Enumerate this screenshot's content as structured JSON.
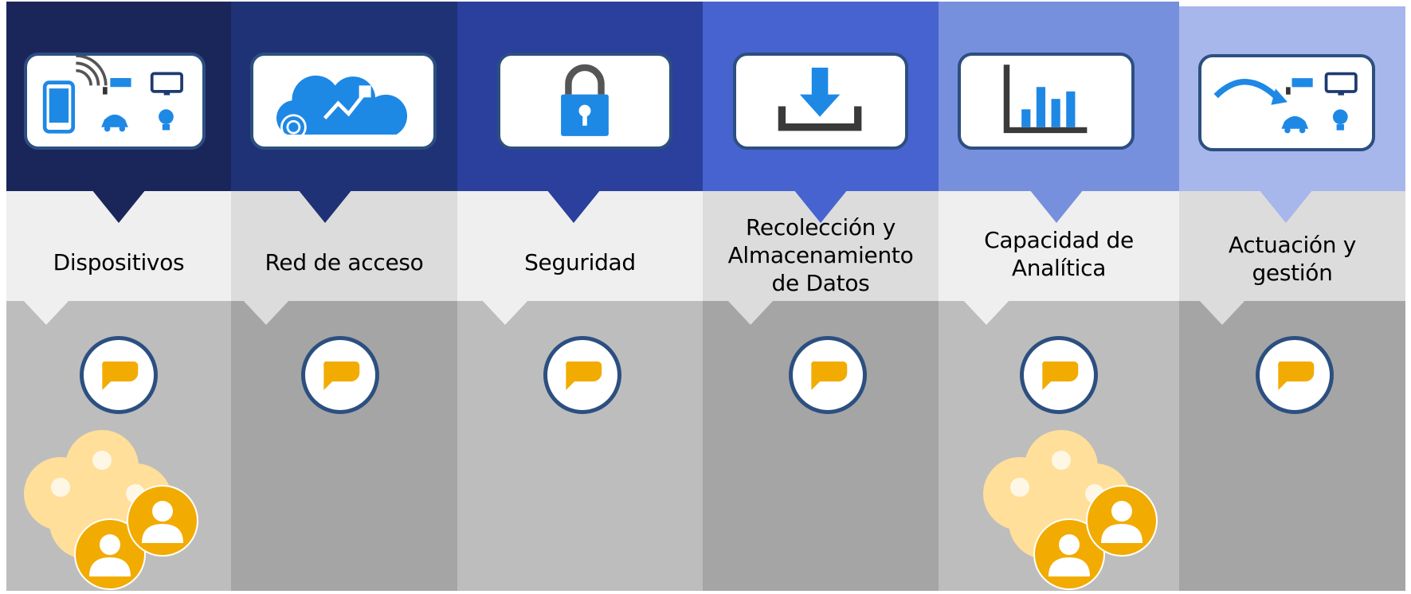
{
  "stages": [
    {
      "label": "Dispositivos",
      "icon": "devices-icon"
    },
    {
      "label": "Red de acceso",
      "icon": "cloud-network-icon"
    },
    {
      "label": "Seguridad",
      "icon": "padlock-icon"
    },
    {
      "label": "Recolección y Almacenamiento de Datos",
      "icon": "download-tray-icon"
    },
    {
      "label": "Capacidad de Analítica",
      "icon": "bar-chart-icon"
    },
    {
      "label": "Actuación y gestión",
      "icon": "actuation-devices-icon"
    }
  ],
  "colors": {
    "header": [
      "#1a2659",
      "#1f3275",
      "#2b3f9c",
      "#4763d0",
      "#7690de",
      "#a7b6eb"
    ],
    "middle": [
      "#efefef",
      "#dcdcdc",
      "#efefef",
      "#dcdcdc",
      "#efefef",
      "#dcdcdc"
    ],
    "bottom": [
      "#bdbdbd",
      "#a5a5a5",
      "#bdbdbd",
      "#a5a5a5",
      "#bdbdbd",
      "#a5a5a5"
    ],
    "accent_blue": "#1e88e5",
    "border_navy": "#2c4f80",
    "bubble_yellow": "#f2ab00",
    "people_light": "#ffdf99"
  }
}
